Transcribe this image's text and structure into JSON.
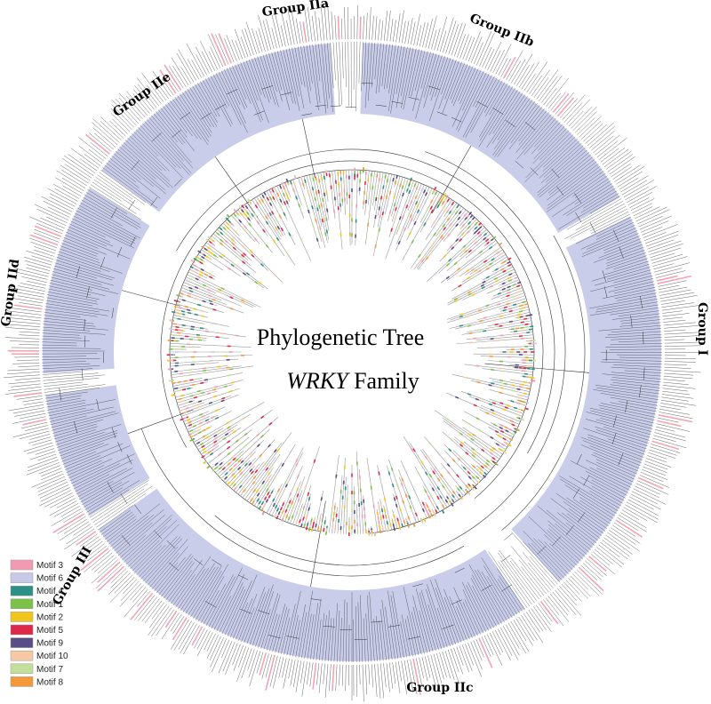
{
  "title": {
    "line1": "Phylogenetic Tree",
    "line2_italic": "WRKY",
    "line2_rest": " Family"
  },
  "groups": [
    {
      "label": "Group IIa",
      "color": "#c9cdea"
    },
    {
      "label": "Group IIb",
      "color": "#c9cdea"
    },
    {
      "label": "Group I",
      "color": "#c9cdea"
    },
    {
      "label": "Group IIc",
      "color": "#c9cdea"
    },
    {
      "label": "Group III",
      "color": "#c9cdea"
    },
    {
      "label": "Group IId",
      "color": "#c9cdea"
    },
    {
      "label": "Group IIe",
      "color": "#c9cdea"
    }
  ],
  "legend": [
    {
      "label": "Motif 3",
      "color": "#f29ab2",
      "icon": "legend-swatch"
    },
    {
      "label": "Motif 6",
      "color": "#c7c9e6",
      "icon": "legend-swatch"
    },
    {
      "label": "Motif 4",
      "color": "#2e8f86",
      "icon": "legend-swatch"
    },
    {
      "label": "Motif 1",
      "color": "#7cc24a",
      "icon": "legend-swatch"
    },
    {
      "label": "Motif 2",
      "color": "#f2c51d",
      "icon": "legend-swatch"
    },
    {
      "label": "Motif 5",
      "color": "#e0284a",
      "icon": "legend-swatch"
    },
    {
      "label": "Motif 9",
      "color": "#5a4c86",
      "icon": "legend-swatch"
    },
    {
      "label": "Motif 10",
      "color": "#f6c8a6",
      "icon": "legend-swatch"
    },
    {
      "label": "Motif 7",
      "color": "#c4df9c",
      "icon": "legend-swatch"
    },
    {
      "label": "Motif 8",
      "color": "#f29a3a",
      "icon": "legend-swatch"
    }
  ],
  "colors": {
    "clade_band": "#c9cdea",
    "highlight_label": "#f4a3b3",
    "branch": "#333333",
    "motif_bar_base": "#9a9a9a"
  }
}
